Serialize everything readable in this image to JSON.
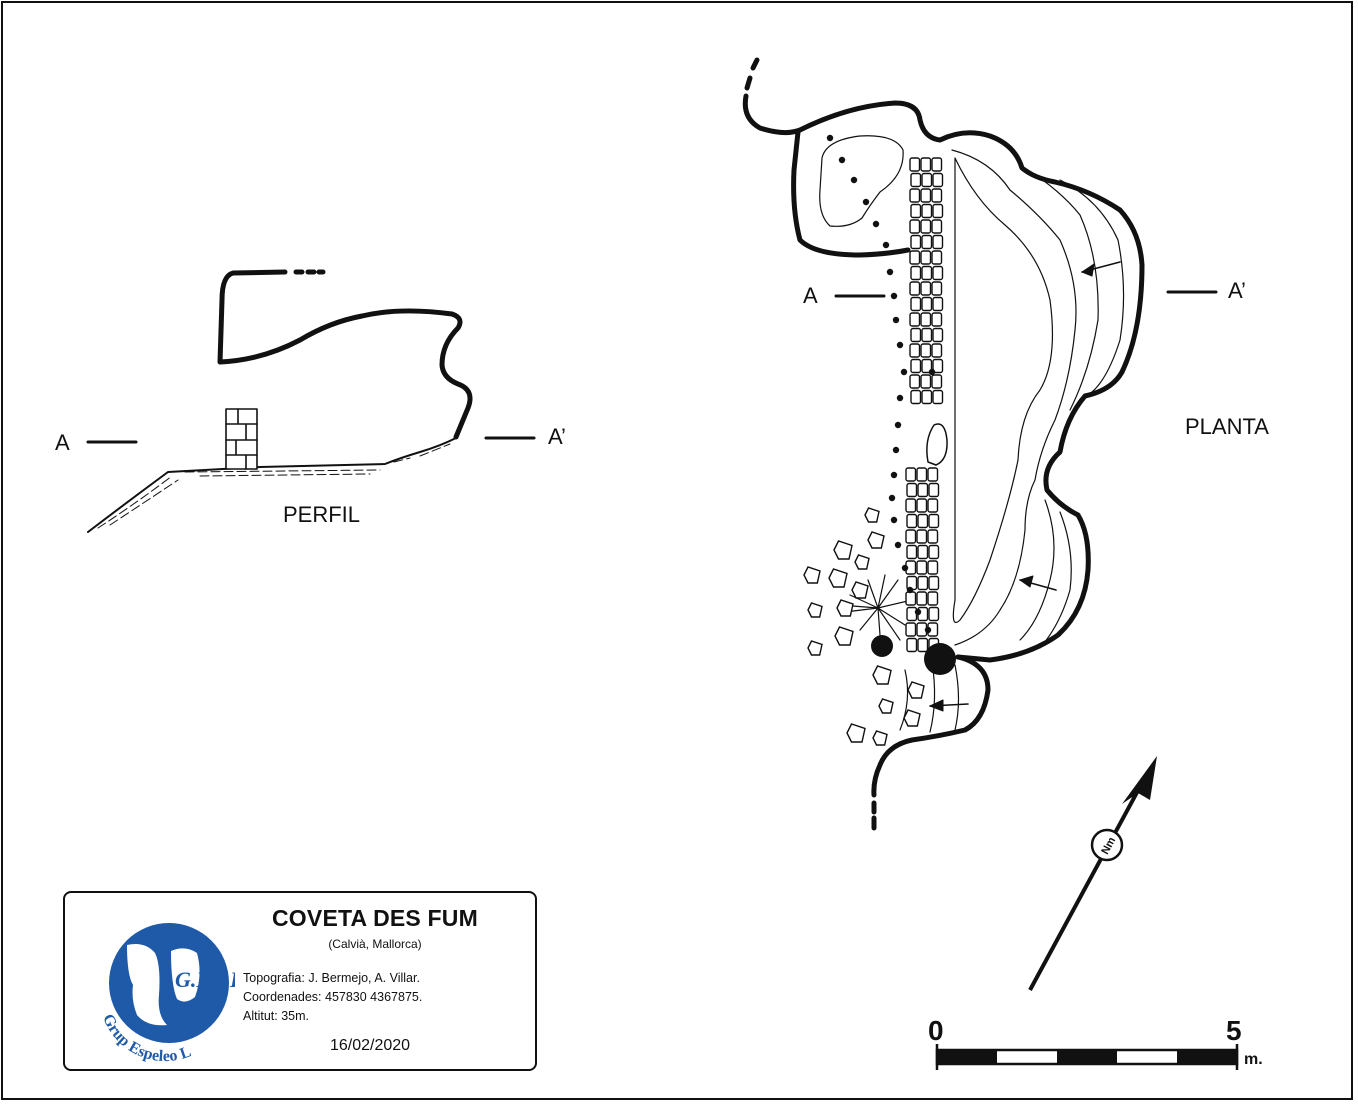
{
  "profile": {
    "label": "PERFIL",
    "section_left": "A",
    "section_right": "A’"
  },
  "plan": {
    "label": "PLANTA",
    "section_left": "A",
    "section_right": "A’"
  },
  "north_arrow": {
    "label": "Nm"
  },
  "scale_bar": {
    "start": "0",
    "end": "5",
    "unit": "m."
  },
  "legend": {
    "title": "COVETA DES FUM",
    "location": "(Calvià, Mallorca)",
    "topography": "Topografia: J. Bermejo, A. Villar.",
    "coordinates": "Coordenades: 457830 4367875.",
    "altitude": "Altitut: 35m.",
    "date": "16/02/2020",
    "logo_text": "G.E.LL.",
    "logo_ring_text": "Grup Espeleo Llubí",
    "logo_color": "#1e5aa8"
  }
}
